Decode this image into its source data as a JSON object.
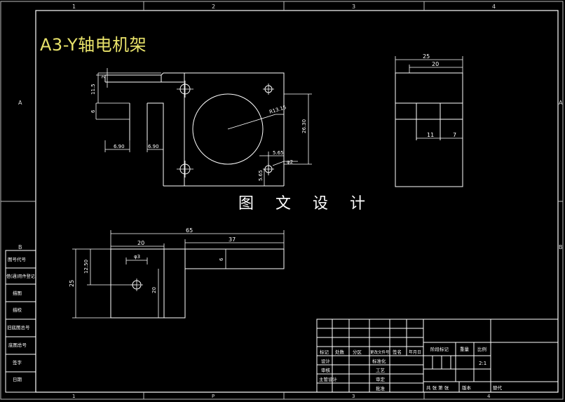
{
  "drawing": {
    "title": "A3-Y轴电机架",
    "watermark": "图 文 设 计"
  },
  "border": {
    "top_zones": [
      "1",
      "2",
      "3",
      "4"
    ],
    "bottom_zones": [
      "1",
      "P",
      "3",
      "4"
    ],
    "left_zones": [
      "A",
      "B"
    ],
    "right_zones": [
      "A",
      "B"
    ]
  },
  "side_table": [
    "借(通)用件登记",
    "旧底图总号",
    "底图总号",
    "签字",
    "日期",
    "图号代号",
    "描图",
    "描校"
  ],
  "dimensions": {
    "front": {
      "d1": "2",
      "d2": "11.5",
      "d3": "6",
      "d4": "6.90",
      "d5": "6.90",
      "radius": "R13.15",
      "height": "26.30",
      "d6": "5.65",
      "d7": "5.65",
      "hole": "φ2"
    },
    "side": {
      "w1": "25",
      "w2": "20",
      "w3": "11",
      "w4": "7"
    },
    "top": {
      "l1": "65",
      "l2": "37",
      "l3": "20",
      "hole": "φ3",
      "h1": "12.50",
      "h2": "25",
      "h3": "6",
      "h4": "20"
    }
  },
  "title_block": {
    "r1": [
      "标记",
      "处数",
      "分区",
      "更改文件号",
      "签名",
      "年月日"
    ],
    "r2": [
      "设计",
      "标准化"
    ],
    "r3": [
      "审核",
      "工艺"
    ],
    "r4": [
      "主管设计",
      "审定"
    ],
    "r5": [
      "批准"
    ],
    "stage_header": "阶段标记",
    "weight_header": "重量",
    "scale_header": "比例",
    "scale_value": "2:1",
    "sheets": "共  张  第  张",
    "version": "版本",
    "replace": "替代"
  }
}
